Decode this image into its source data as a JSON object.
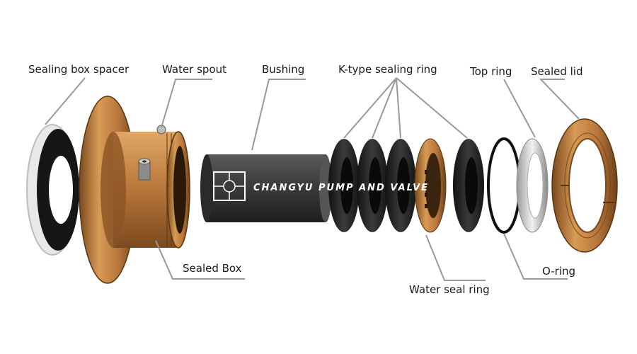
{
  "labels": {
    "sealing_box_spacer": "Sealing box spacer",
    "water_spout": "Water spout",
    "bushing": "Bushing",
    "k_type_sealing_ring": "K-type sealing ring",
    "top_ring": "Top ring",
    "sealed_lid": "Sealed lid",
    "sealed_box": "Sealed Box",
    "water_seal_ring": "Water seal ring",
    "o_ring": "O-ring"
  },
  "watermark": {
    "text": "CHANGYU PUMP AND VALVE"
  },
  "colors": {
    "bronze": "#b8763a",
    "bronze_dark": "#7a4a1e",
    "dark_part": "#2a2a2a",
    "bushing": "#4a4a4a",
    "leader_line": "#888888"
  }
}
